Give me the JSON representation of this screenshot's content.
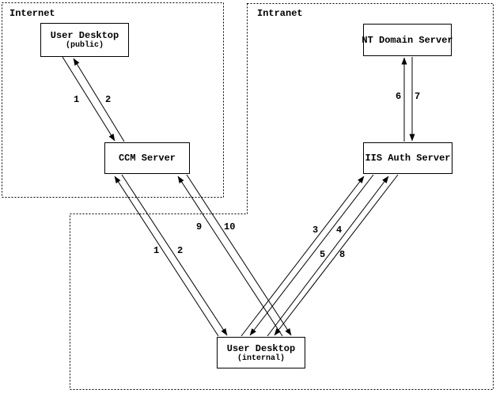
{
  "zones": {
    "internet": {
      "label": "Internet"
    },
    "intranet": {
      "label": "Intranet"
    }
  },
  "nodes": {
    "user_desktop_public": {
      "title": "User Desktop",
      "subtitle": "(public)"
    },
    "ccm_server": {
      "title": "CCM Server"
    },
    "nt_domain_server": {
      "title": "NT Domain Server"
    },
    "iis_auth_server": {
      "title": "IIS Auth Server"
    },
    "user_desktop_internal": {
      "title": "User Desktop",
      "subtitle": "(internal)"
    }
  },
  "flows": [
    {
      "id": "public-desktop-ccm",
      "labels": [
        "1",
        "2"
      ]
    },
    {
      "id": "iis-nt-domain",
      "labels": [
        "6",
        "7"
      ]
    },
    {
      "id": "internal-desktop-ccm",
      "labels": [
        "1",
        "2"
      ]
    },
    {
      "id": "internal-desktop-ccm-2",
      "labels": [
        "9",
        "10"
      ]
    },
    {
      "id": "internal-desktop-iis",
      "labels": [
        "3",
        "4"
      ]
    },
    {
      "id": "internal-desktop-iis-2",
      "labels": [
        "5",
        "8"
      ]
    }
  ],
  "colors": {
    "line": "#000000",
    "background": "#ffffff"
  }
}
